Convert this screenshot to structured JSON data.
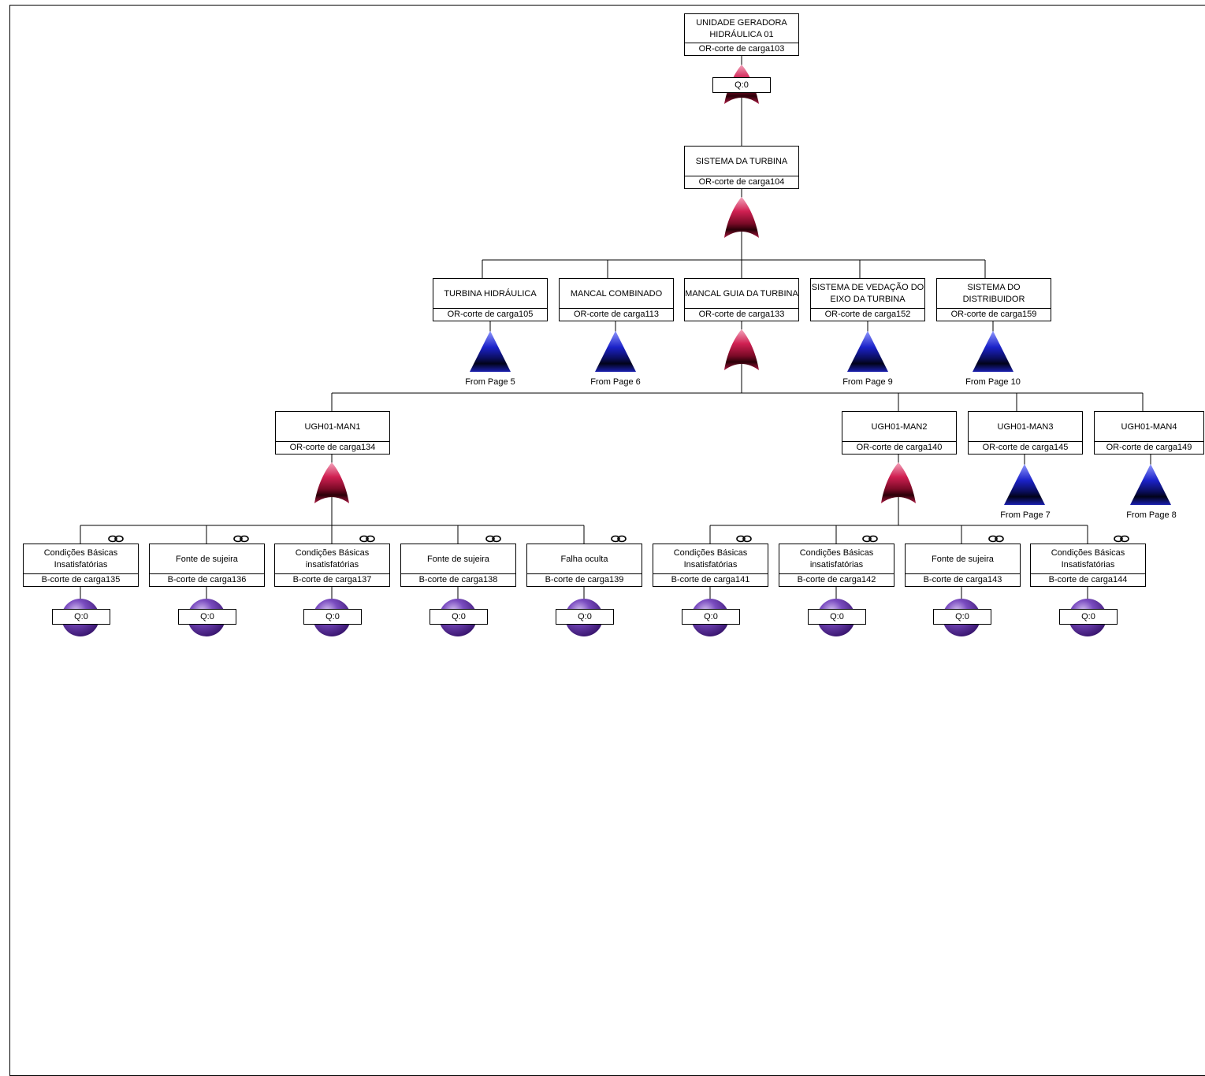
{
  "nodes": {
    "n103": {
      "title": "UNIDADE GERADORA HIDRÁULICA 01",
      "id": "OR-corte de carga103",
      "q": "Q:0"
    },
    "n104": {
      "title": "SISTEMA DA TURBINA",
      "id": "OR-corte de carga104"
    },
    "n105": {
      "title": "TURBINA HIDRÁULICA",
      "id": "OR-corte de carga105",
      "transfer": "From Page 5"
    },
    "n113": {
      "title": "MANCAL COMBINADO",
      "id": "OR-corte de carga113",
      "transfer": "From Page 6"
    },
    "n133": {
      "title": "MANCAL GUIA DA TURBINA",
      "id": "OR-corte de carga133"
    },
    "n152": {
      "title": "SISTEMA DE VEDAÇÃO DO EIXO DA TURBINA",
      "id": "OR-corte de carga152",
      "transfer": "From Page 9"
    },
    "n159": {
      "title": "SISTEMA DO DISTRIBUIDOR",
      "id": "OR-corte de carga159",
      "transfer": "From Page 10"
    },
    "n134": {
      "title": "UGH01-MAN1",
      "id": "OR-corte de carga134"
    },
    "n140": {
      "title": "UGH01-MAN2",
      "id": "OR-corte de carga140"
    },
    "n145": {
      "title": "UGH01-MAN3",
      "id": "OR-corte de carga145",
      "transfer": "From Page 7"
    },
    "n149": {
      "title": "UGH01-MAN4",
      "id": "OR-corte de carga149",
      "transfer": "From Page 8"
    },
    "n135": {
      "title": "Condições Básicas Insatisfatórias",
      "id": "B-corte de carga135",
      "q": "Q:0"
    },
    "n136": {
      "title": "Fonte de sujeira",
      "id": "B-corte de carga136",
      "q": "Q:0"
    },
    "n137": {
      "title": "Condições Básicas insatisfatórias",
      "id": "B-corte de carga137",
      "q": "Q:0"
    },
    "n138": {
      "title": "Fonte de sujeira",
      "id": "B-corte de carga138",
      "q": "Q:0"
    },
    "n139": {
      "title": "Falha oculta",
      "id": "B-corte de carga139",
      "q": "Q:0"
    },
    "n141": {
      "title": "Condições Básicas Insatisfatórias",
      "id": "B-corte de carga141",
      "q": "Q:0"
    },
    "n142": {
      "title": "Condições Básicas insatisfatórias",
      "id": "B-corte de carga142",
      "q": "Q:0"
    },
    "n143": {
      "title": "Fonte de sujeira",
      "id": "B-corte de carga143",
      "q": "Q:0"
    },
    "n144": {
      "title": "Condições Básicas Insatisfatórias",
      "id": "B-corte de carga144",
      "q": "Q:0"
    }
  },
  "colors": {
    "or_gate": "#c8184a",
    "transfer": "#1a22c8",
    "basic_event": "#6a3aa8"
  }
}
